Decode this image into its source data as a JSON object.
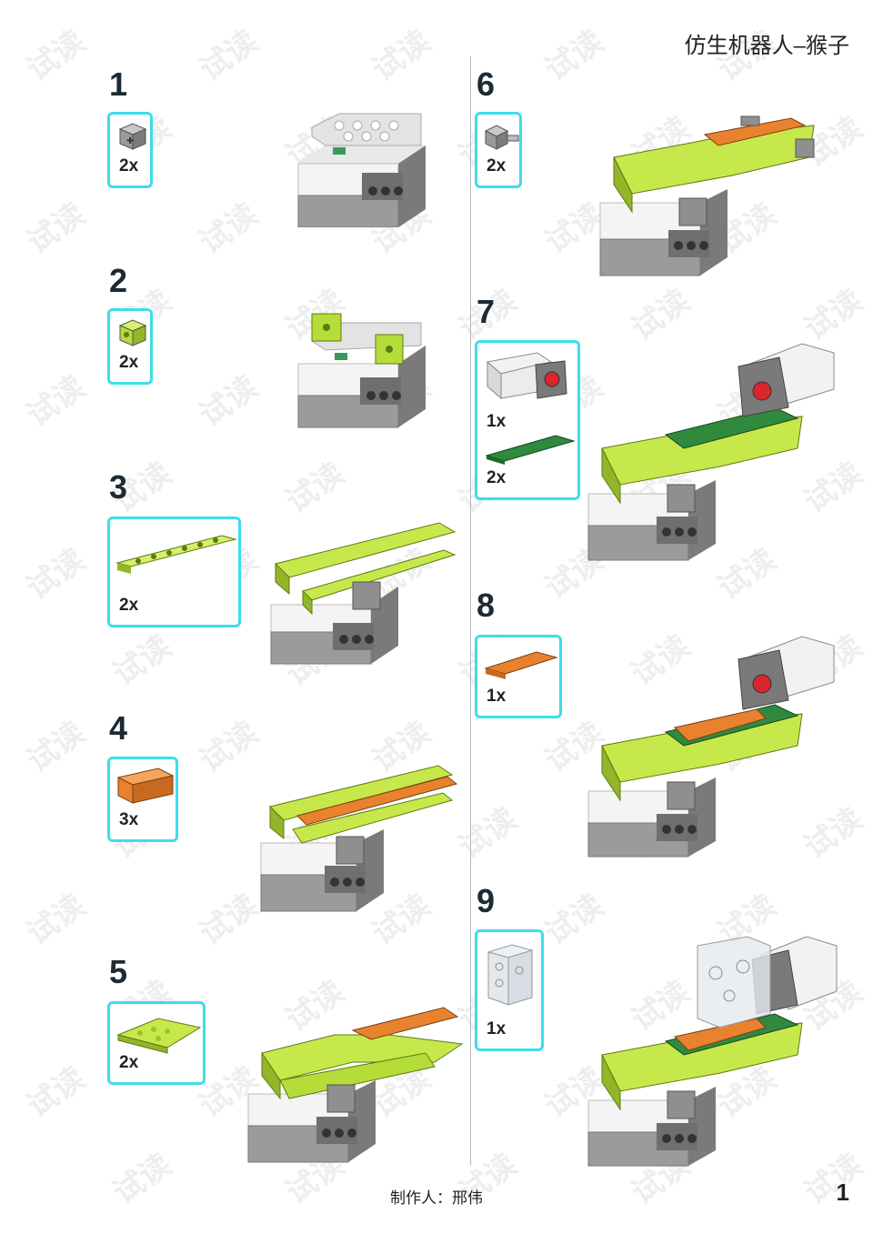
{
  "header": {
    "title": "仿生机器人–猴子"
  },
  "steps": [
    {
      "num": "1",
      "qty": "2x",
      "part": "grey-1x1-technic-brick"
    },
    {
      "num": "2",
      "qty": "2x",
      "part": "lime-1x1-technic-brick"
    },
    {
      "num": "3",
      "qty": "2x",
      "part": "lime-1x10-technic-beam"
    },
    {
      "num": "4",
      "qty": "3x",
      "part": "orange-2x4-brick"
    },
    {
      "num": "5",
      "qty": "2x",
      "part": "lime-wedge-plate"
    },
    {
      "num": "6",
      "qty": "2x",
      "part": "grey-brick-with-pin"
    },
    {
      "num": "7",
      "qty": "1x",
      "qty2": "2x",
      "part": "medium-motor",
      "part2": "dark-green-2x8-plate"
    },
    {
      "num": "8",
      "qty": "1x",
      "part": "orange-2x6-plate"
    },
    {
      "num": "9",
      "qty": "1x",
      "part": "transparent-2x2x3-brick"
    }
  ],
  "footer": {
    "maker": "制作人：邢伟",
    "page": "1"
  },
  "watermark": {
    "text": "试读"
  },
  "colors": {
    "lime": "#b5dd3a",
    "orange": "#e8822e",
    "grey": "#a8a8a8",
    "white_hub": "#f2f2f2",
    "dark_grey": "#6b6b6b",
    "dark_green": "#2f8a3e",
    "box_border": "#3ddde9"
  }
}
